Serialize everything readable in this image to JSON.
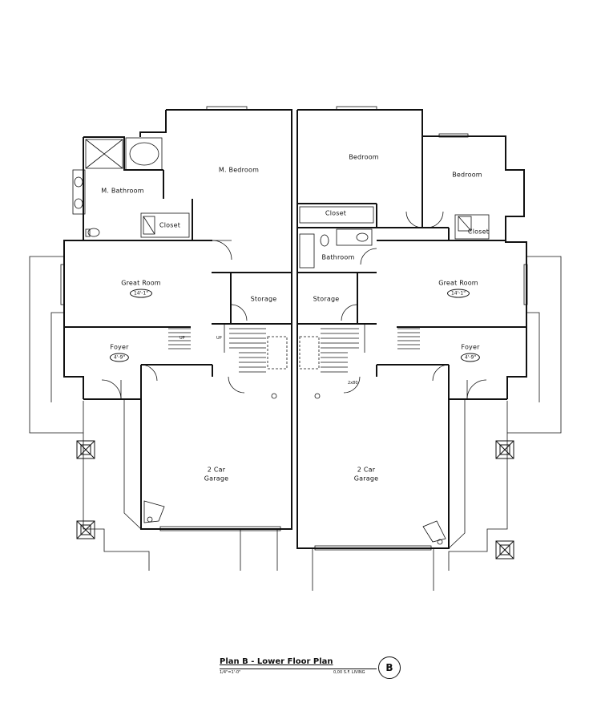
{
  "rooms": {
    "m_bedroom": "M. Bedroom",
    "m_bathroom": "M. Bathroom",
    "closet_left": "Closet",
    "great_room_left": "Great Room",
    "great_room_left_dim": "14'-1\"",
    "storage_left": "Storage",
    "foyer_left": "Foyer",
    "foyer_left_dim": "4'-9\"",
    "garage_left": "2 Car\nGarage",
    "bedroom_right_1": "Bedroom",
    "bedroom_right_2": "Bedroom",
    "closet_right_1": "Closet",
    "closet_right_2": "Closet",
    "bathroom_right": "Bathroom",
    "great_room_right": "Great Room",
    "great_room_right_dim": "14'-1\"",
    "storage_right": "Storage",
    "foyer_right": "Foyer",
    "foyer_right_dim": "4'-9\"",
    "garage_right": "2 Car\nGarage"
  },
  "stair_labels": {
    "up_left_1": "UP",
    "up_left_2": "UP",
    "down_right": "2x80"
  },
  "title_block": {
    "title": "Plan B - Lower Floor Plan",
    "scale": "1/4\"=1'-0\"",
    "area": "0,00 S.F. LIVING",
    "badge": "B"
  },
  "colors": {
    "line": "#111111",
    "background": "#ffffff"
  }
}
